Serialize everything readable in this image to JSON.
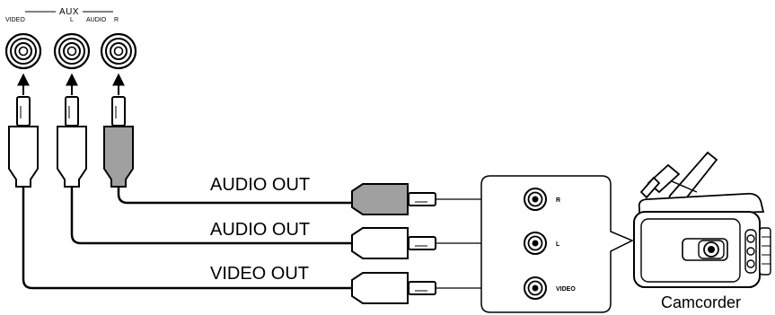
{
  "aux_panel": {
    "group_label": "AUX",
    "video_label": "VIDEO",
    "l_label": "L",
    "audio_label": "AUDIO",
    "r_label": "R"
  },
  "cables": [
    {
      "label": "AUDIO OUT",
      "plug_color": "#a0a0a0"
    },
    {
      "label": "AUDIO OUT",
      "plug_color": "#ffffff"
    },
    {
      "label": "VIDEO OUT",
      "plug_color": "#ffffff"
    }
  ],
  "camcorder_jacks": {
    "r_label": "R",
    "l_label": "L",
    "video_label": "VIDEO"
  },
  "camcorder_label": "Camcorder"
}
